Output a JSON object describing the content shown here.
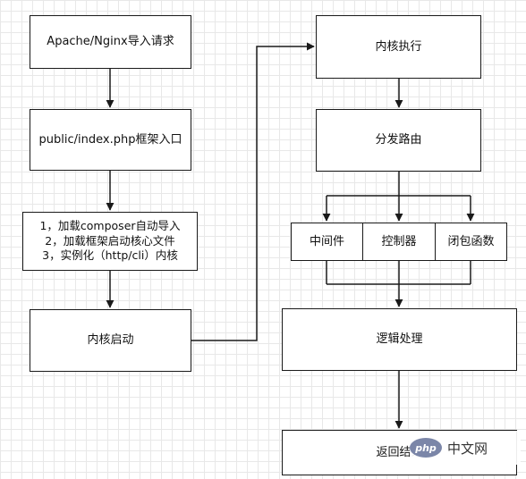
{
  "diagram": {
    "nodes": {
      "request": "Apache/Nginx导入请求",
      "entry": "public/index.php框架入口",
      "init_lines": [
        "1，加载composer自动导入",
        "2，加载框架启动核心文件",
        "3，实例化（http/cli）内核"
      ],
      "kernel_start": "内核启动",
      "kernel_exec": "内核执行",
      "dispatch": "分发路由",
      "middleware": "中间件",
      "controller": "控制器",
      "closure": "闭包函数",
      "logic": "逻辑处理",
      "result": "返回结果"
    }
  },
  "watermark": {
    "logo": "php",
    "text": "中文网"
  }
}
